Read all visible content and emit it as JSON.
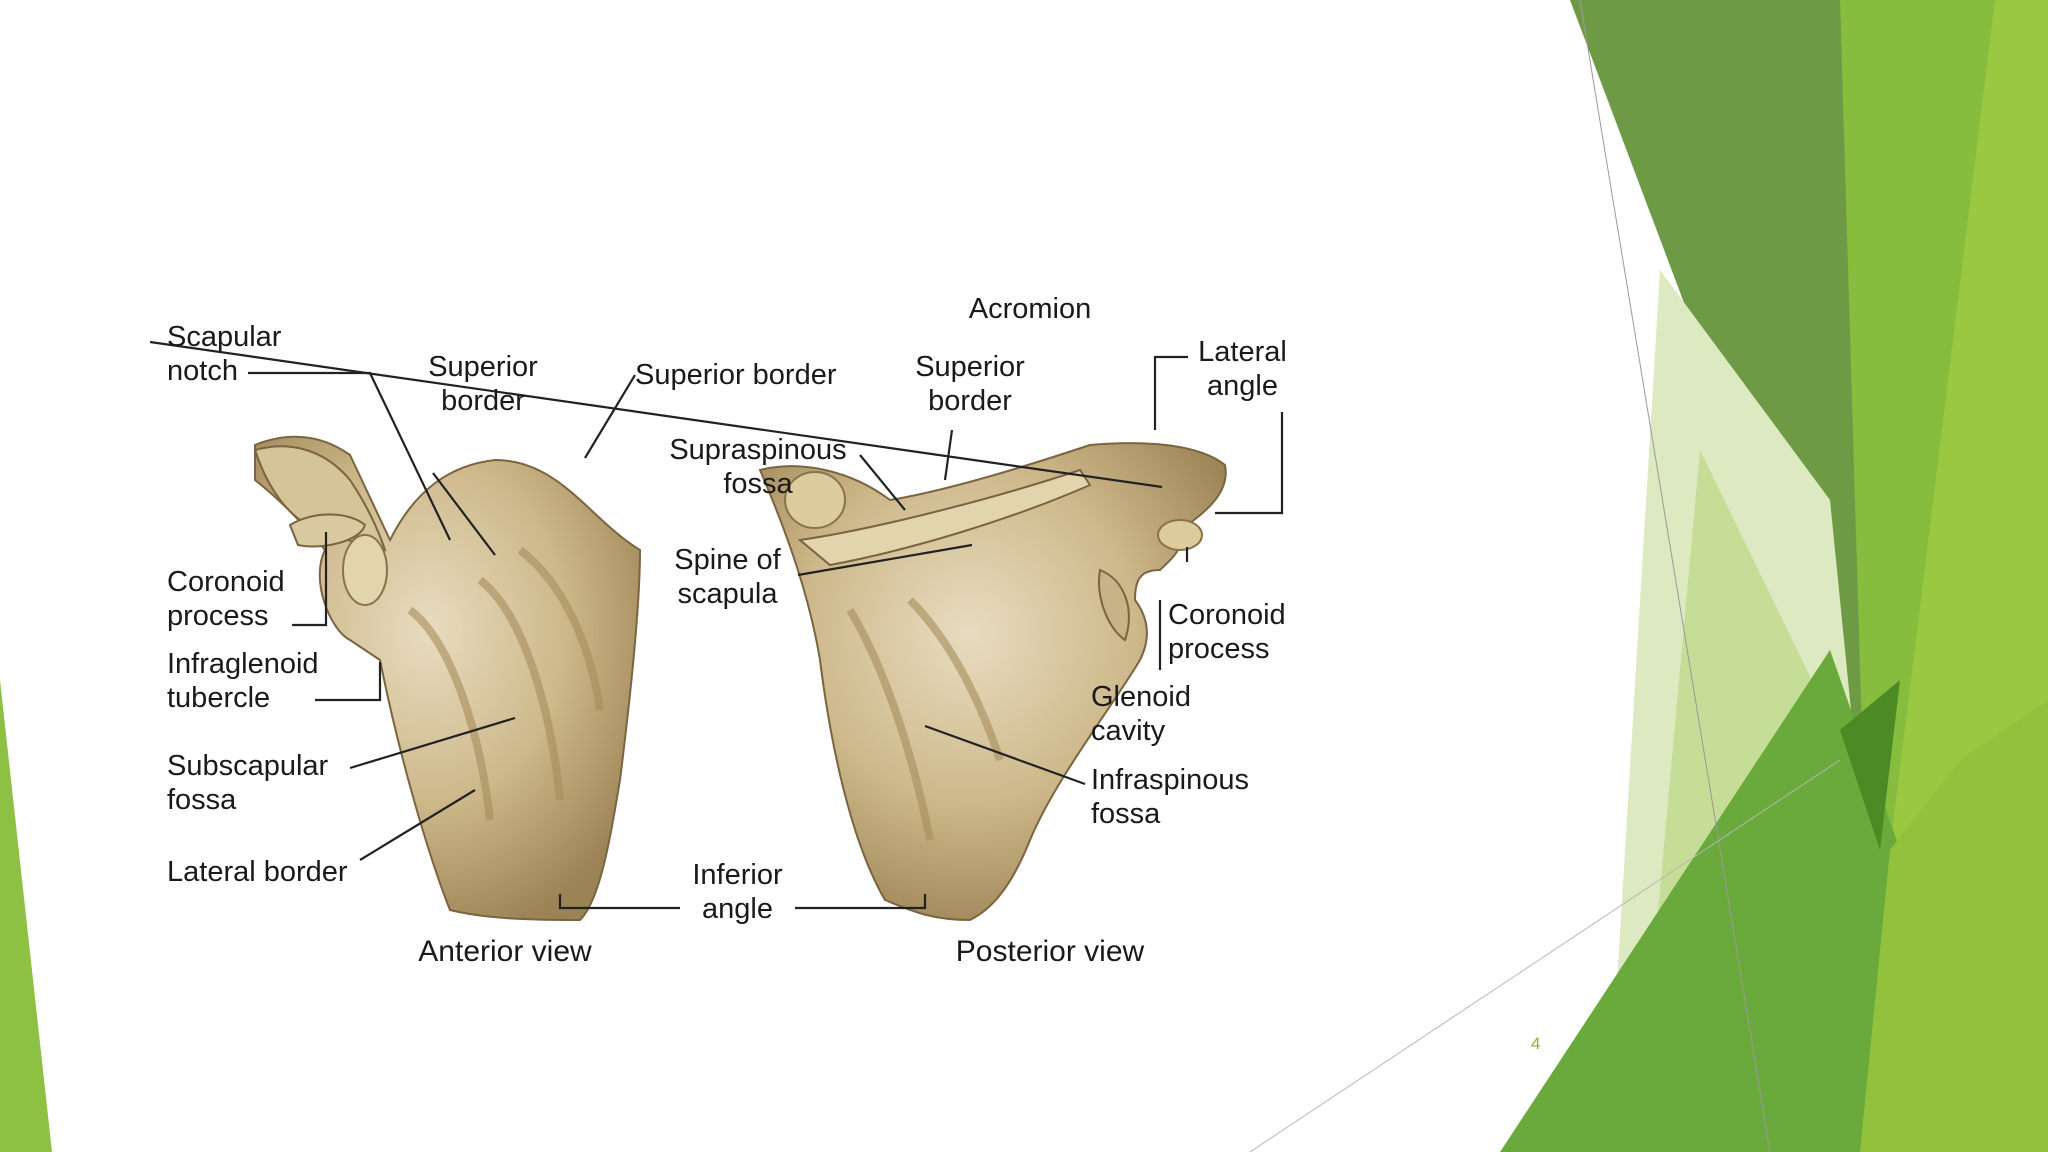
{
  "slide": {
    "number": "4",
    "colors": {
      "green_light": "#9bc53d",
      "green_mid": "#7db33f",
      "green_dark": "#5d8f2c",
      "green_pale": "#d9e8b9",
      "bone": "#c8b386"
    }
  },
  "figure": {
    "views": {
      "anterior": "Anterior view",
      "posterior": "Posterior view"
    },
    "labels": {
      "scapular_notch": "Scapular\nnotch",
      "superior_border_ant": "Superior\nborder",
      "superior_border_top": "Superior border",
      "coronoid_process_ant": "Coronoid\nprocess",
      "infraglenoid_tubercle": "Infraglenoid\ntubercle",
      "subscapular_fossa": "Subscapular\nfossa",
      "lateral_border": "Lateral border",
      "inferior_angle": "Inferior\nangle",
      "acromion": "Acromion",
      "superior_border_post": "Superior\nborder",
      "lateral_angle": "Lateral\nangle",
      "supraspinous_fossa": "Supraspinous\nfossa",
      "spine_of_scapula": "Spine of\nscapula",
      "coronoid_process_post": "Coronoid\nprocess",
      "glenoid_cavity": "Glenoid\ncavity",
      "infraspinous_fossa": "Infraspinous\nfossa"
    }
  }
}
